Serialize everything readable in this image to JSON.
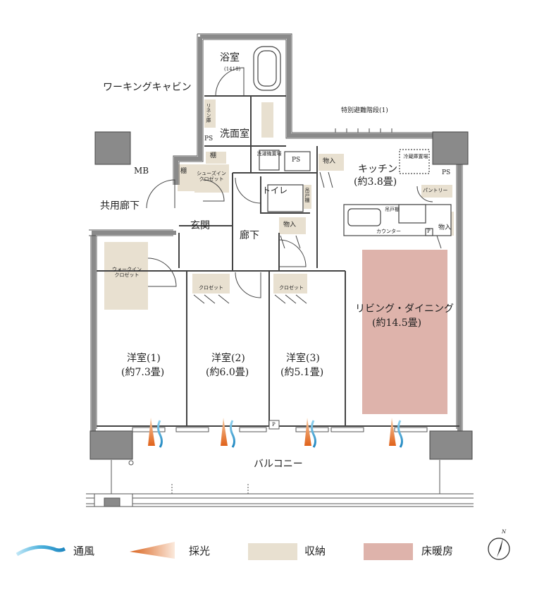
{
  "rooms": {
    "bath": "浴室",
    "bath_size": "(1418)",
    "walking_cabin": "ワーキングキャビン",
    "linen": "リネン庫",
    "ps": "PS",
    "washroom": "洗面室",
    "washer": "洗濯機置場",
    "tana": "棚",
    "shoes_closet": "シューズインクロゼット",
    "mb": "MB",
    "common_corridor": "共用廊下",
    "toilet": "トイレ",
    "toilet_cabinet": "吊戸棚",
    "storage": "物入",
    "kitchen": "キッチン",
    "kitchen_size": "(約3.8畳)",
    "fridge": "冷蔵庫置場",
    "pantry": "パントリー",
    "counter": "カウンター",
    "kitchen_cabinet": "吊戸棚",
    "p": "P",
    "entrance": "玄関",
    "hallway": "廊下",
    "walkin": "ウォークインクロゼット",
    "closet": "クロゼット",
    "living": "リビング・ダイニング",
    "living_size": "(約14.5畳)",
    "room1": "洋室(1)",
    "room1_size": "(約7.3畳)",
    "room2": "洋室(2)",
    "room2_size": "(約6.0畳)",
    "room3": "洋室(3)",
    "room3_size": "(約5.1畳)",
    "balcony": "バルコニー",
    "stairs": "特別避難階段(1)"
  },
  "legend": {
    "ventilation": "通風",
    "daylight": "採光",
    "storage": "収納",
    "floor_heating": "床暖房"
  },
  "colors": {
    "wall": "#8a8a8a",
    "storage": "#e8e0d0",
    "floor_heating": "#deb3ab",
    "wind": "#3a9fd0",
    "light": "#e07a2a"
  },
  "compass": "N"
}
